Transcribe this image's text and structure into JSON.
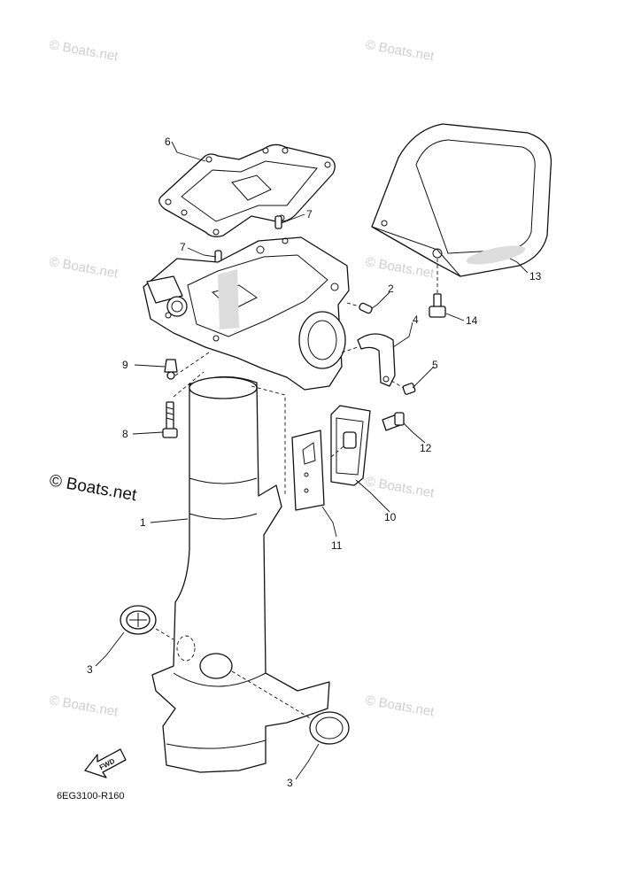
{
  "watermark": {
    "text": "© Boats.net",
    "main_text": "© Boats.net"
  },
  "diagram_code": "6EG3100-R160",
  "fwd_label": "FWD",
  "callouts": [
    {
      "id": "c1",
      "label": "1"
    },
    {
      "id": "c2",
      "label": "2"
    },
    {
      "id": "c3a",
      "label": "3"
    },
    {
      "id": "c3b",
      "label": "3"
    },
    {
      "id": "c4",
      "label": "4"
    },
    {
      "id": "c5",
      "label": "5"
    },
    {
      "id": "c6",
      "label": "6"
    },
    {
      "id": "c7a",
      "label": "7"
    },
    {
      "id": "c7b",
      "label": "7"
    },
    {
      "id": "c8",
      "label": "8"
    },
    {
      "id": "c9",
      "label": "9"
    },
    {
      "id": "c10",
      "label": "10"
    },
    {
      "id": "c11",
      "label": "11"
    },
    {
      "id": "c12",
      "label": "12"
    },
    {
      "id": "c13",
      "label": "13"
    },
    {
      "id": "c14",
      "label": "14"
    }
  ]
}
